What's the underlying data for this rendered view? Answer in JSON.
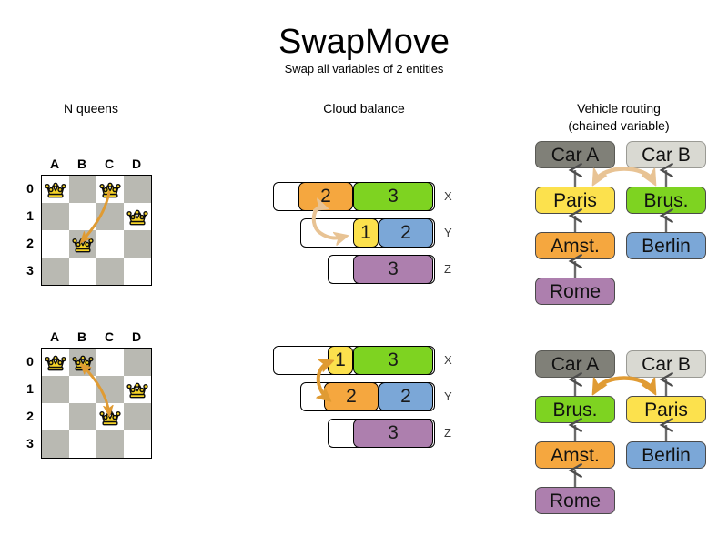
{
  "header": {
    "title": "SwapMove",
    "subtitle": "Swap all variables of 2 entities"
  },
  "columns": {
    "nqueens_heading": "N queens",
    "cloud_heading": "Cloud balance",
    "vrp_heading_line1": "Vehicle routing",
    "vrp_heading_line2": "(chained variable)"
  },
  "colors": {
    "orange": "#f5a73f",
    "green": "#7ed321",
    "yellow": "#fce14d",
    "blue": "#7ba7d7",
    "purple": "#ad7fae",
    "gray_dark": "#808078",
    "gray_light": "#d9d9d2",
    "board_dark": "#b9b9b2",
    "board_light": "#ffffff",
    "arrow_light": "#e8c394",
    "arrow_strong": "#e09b33",
    "queen": "#f5d327"
  },
  "nqueens": {
    "files": [
      "A",
      "B",
      "C",
      "D"
    ],
    "ranks": [
      "0",
      "1",
      "2",
      "3"
    ],
    "before": {
      "queens": [
        {
          "file": "A",
          "rank": "0"
        },
        {
          "file": "C",
          "rank": "0"
        },
        {
          "file": "D",
          "rank": "1"
        },
        {
          "file": "B",
          "rank": "2"
        }
      ],
      "move_from": {
        "file": "C",
        "rank": "0"
      },
      "move_to": {
        "file": "B",
        "rank": "2"
      }
    },
    "after": {
      "queens": [
        {
          "file": "A",
          "rank": "0"
        },
        {
          "file": "B",
          "rank": "0"
        },
        {
          "file": "D",
          "rank": "1"
        },
        {
          "file": "C",
          "rank": "2"
        }
      ],
      "move_from": {
        "file": "B",
        "rank": "0"
      },
      "move_to": {
        "file": "C",
        "rank": "2"
      }
    }
  },
  "cloud": {
    "before": {
      "rows": [
        {
          "label": "X",
          "segments": [
            {
              "value": "2",
              "color": "orange"
            },
            {
              "value": "3",
              "color": "green"
            }
          ]
        },
        {
          "label": "Y",
          "segments": [
            {
              "value": "1",
              "color": "yellow"
            },
            {
              "value": "2",
              "color": "blue"
            }
          ]
        },
        {
          "label": "Z",
          "segments": [
            {
              "value": "3",
              "color": "purple"
            }
          ]
        }
      ]
    },
    "after": {
      "rows": [
        {
          "label": "X",
          "segments": [
            {
              "value": "1",
              "color": "yellow"
            },
            {
              "value": "3",
              "color": "green"
            }
          ]
        },
        {
          "label": "Y",
          "segments": [
            {
              "value": "2",
              "color": "orange"
            },
            {
              "value": "2",
              "color": "blue"
            }
          ]
        },
        {
          "label": "Z",
          "segments": [
            {
              "value": "3",
              "color": "purple"
            }
          ]
        }
      ]
    }
  },
  "vrp": {
    "before": {
      "vehicle_a": "Car A",
      "vehicle_b": "Car B",
      "chain_a": [
        "Paris",
        "Amst.",
        "Rome"
      ],
      "chain_b": [
        "Brus.",
        "Berlin"
      ],
      "swap_pair": [
        "Paris",
        "Brus."
      ]
    },
    "after": {
      "vehicle_a": "Car A",
      "vehicle_b": "Car B",
      "chain_a": [
        "Brus.",
        "Amst.",
        "Rome"
      ],
      "chain_b": [
        "Paris",
        "Berlin"
      ],
      "swap_pair": [
        "Brus.",
        "Paris"
      ]
    }
  }
}
